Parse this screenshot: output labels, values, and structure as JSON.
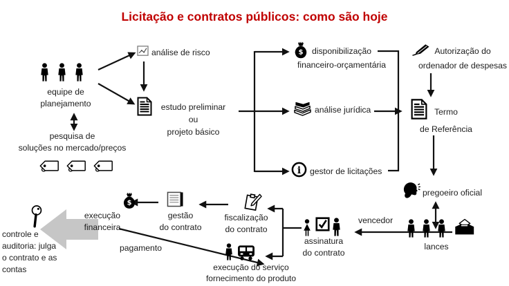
{
  "title": "Licitação e contratos públicos: como são hoje",
  "colors": {
    "title_red": "#C00000",
    "ink": "#1c1c1c",
    "block_arrow_gray": "#c6c6c6"
  },
  "nodes": {
    "equipe": {
      "label": "equipe de\nplanejamento",
      "icon": "team-people"
    },
    "pesquisa": {
      "label": "pesquisa de\nsoluções no mercado/preços",
      "icon": "price-tags"
    },
    "analise_risco": {
      "label": "análise de risco",
      "icon": "line-chart"
    },
    "estudo": {
      "label": "estudo preliminar\nou\nprojeto básico",
      "icon": "document"
    },
    "disponibilizacao": {
      "label": "disponibilização\nfinanceiro-orçamentária",
      "icon": "money-bag"
    },
    "analise_juridica": {
      "label": "análise jurídica",
      "icon": "law-books"
    },
    "gestor": {
      "label": "gestor de licitações",
      "icon": "info-circle"
    },
    "autorizacao": {
      "label": "Autorização do\nordenador de despesas",
      "icon": "signature-pen"
    },
    "termo": {
      "label": "Termo\nde Referência",
      "icon": "document"
    },
    "pregoeiro": {
      "label": "pregoeiro oficial",
      "icon": "speaking-head"
    },
    "lances": {
      "label": "lances",
      "icon": "bidders-ballot-box"
    },
    "assinatura": {
      "label": "assinatura\ndo contrato",
      "icon": "parties-checkbox"
    },
    "fiscalizacao": {
      "label": "fiscalização\ndo contrato",
      "icon": "clipboard-pencil"
    },
    "gestao": {
      "label": "gestão\ndo contrato",
      "icon": "contract-document"
    },
    "exec_financeira": {
      "label": "execução\nfinanceira",
      "icon": "money-bag"
    },
    "exec_servico": {
      "label": "execução do serviço\nfornecimento do produto",
      "icon": "worker-and-truck"
    },
    "controle": {
      "label": "controle e\nauditoria: julga\no contrato e as\ncontas",
      "icon": "magnifier"
    }
  },
  "edge_labels": {
    "vencedor": "vencedor",
    "pagamento": "pagamento"
  }
}
